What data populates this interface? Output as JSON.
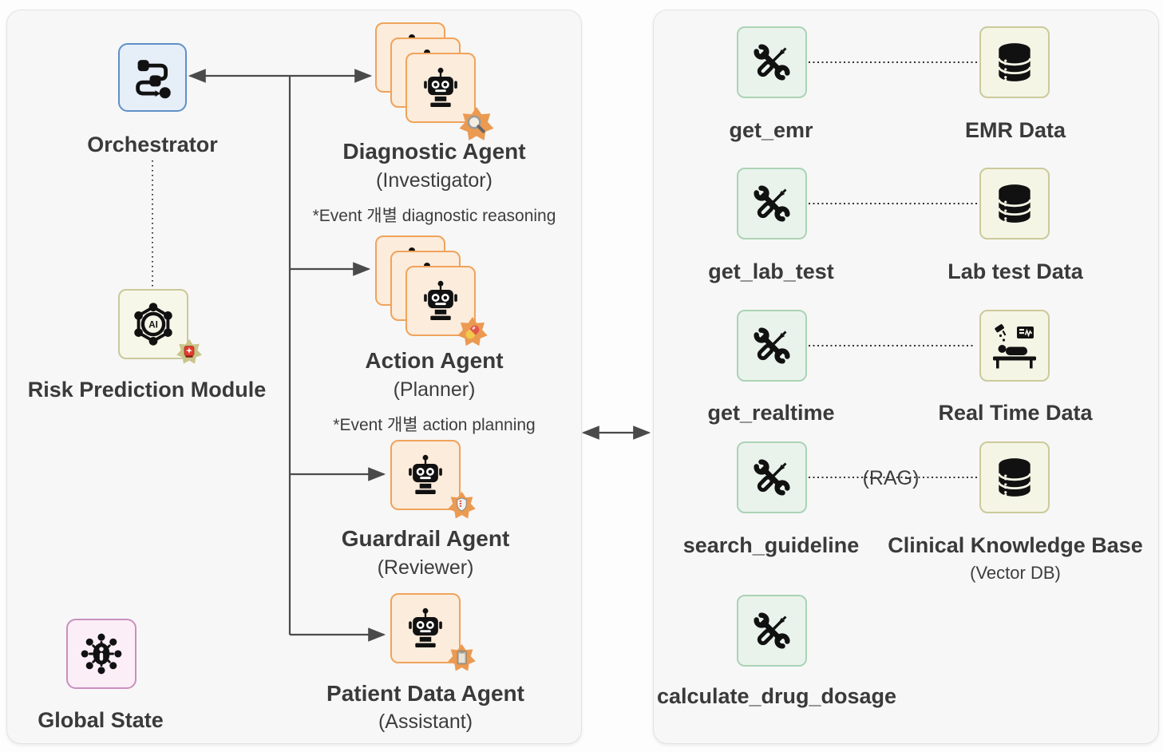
{
  "left_panel": {
    "orchestrator_label": "Orchestrator",
    "risk_module_label": "Risk Prediction Module",
    "global_state_label": "Global State",
    "agents": [
      {
        "name": "Diagnostic Agent",
        "role": "(Investigator)",
        "note": "*Event 개별 diagnostic reasoning",
        "badge": "magnifier"
      },
      {
        "name": "Action Agent",
        "role": "(Planner)",
        "note": "*Event 개별 action planning",
        "badge": "pill"
      },
      {
        "name": "Guardrail Agent",
        "role": "(Reviewer)",
        "badge": "shield"
      },
      {
        "name": "Patient Data Agent",
        "role": "(Assistant)",
        "badge": "clipboard"
      }
    ],
    "risk_icon_ai": "AI"
  },
  "right_panel": {
    "tools": [
      "get_emr",
      "get_lab_test",
      "get_realtime",
      "search_guideline",
      "calculate_drug_dosage"
    ],
    "data_sources": [
      "EMR Data",
      "Lab test Data",
      "Real Time Data",
      "Clinical Knowledge Base"
    ],
    "vector_db_sub": "(Vector DB)",
    "rag_label": "(RAG)"
  },
  "colors": {
    "agent_orange_border": "#f0a35b",
    "agent_peach_fill": "#fcecdc",
    "tool_green_border": "#abd3b5",
    "tool_mint_fill": "#e9f3ec",
    "data_olive_border": "#cbca9b",
    "data_cream_fill": "#f5f5e6",
    "orchestrator_blue": "#5f90c7",
    "risk_olive": "#c9c99c",
    "global_pink": "#c98fc0",
    "badge_star_orange": "#eb9a51",
    "badge_star_olive": "#c9c487",
    "arrow_gray": "#4a4a4a"
  }
}
